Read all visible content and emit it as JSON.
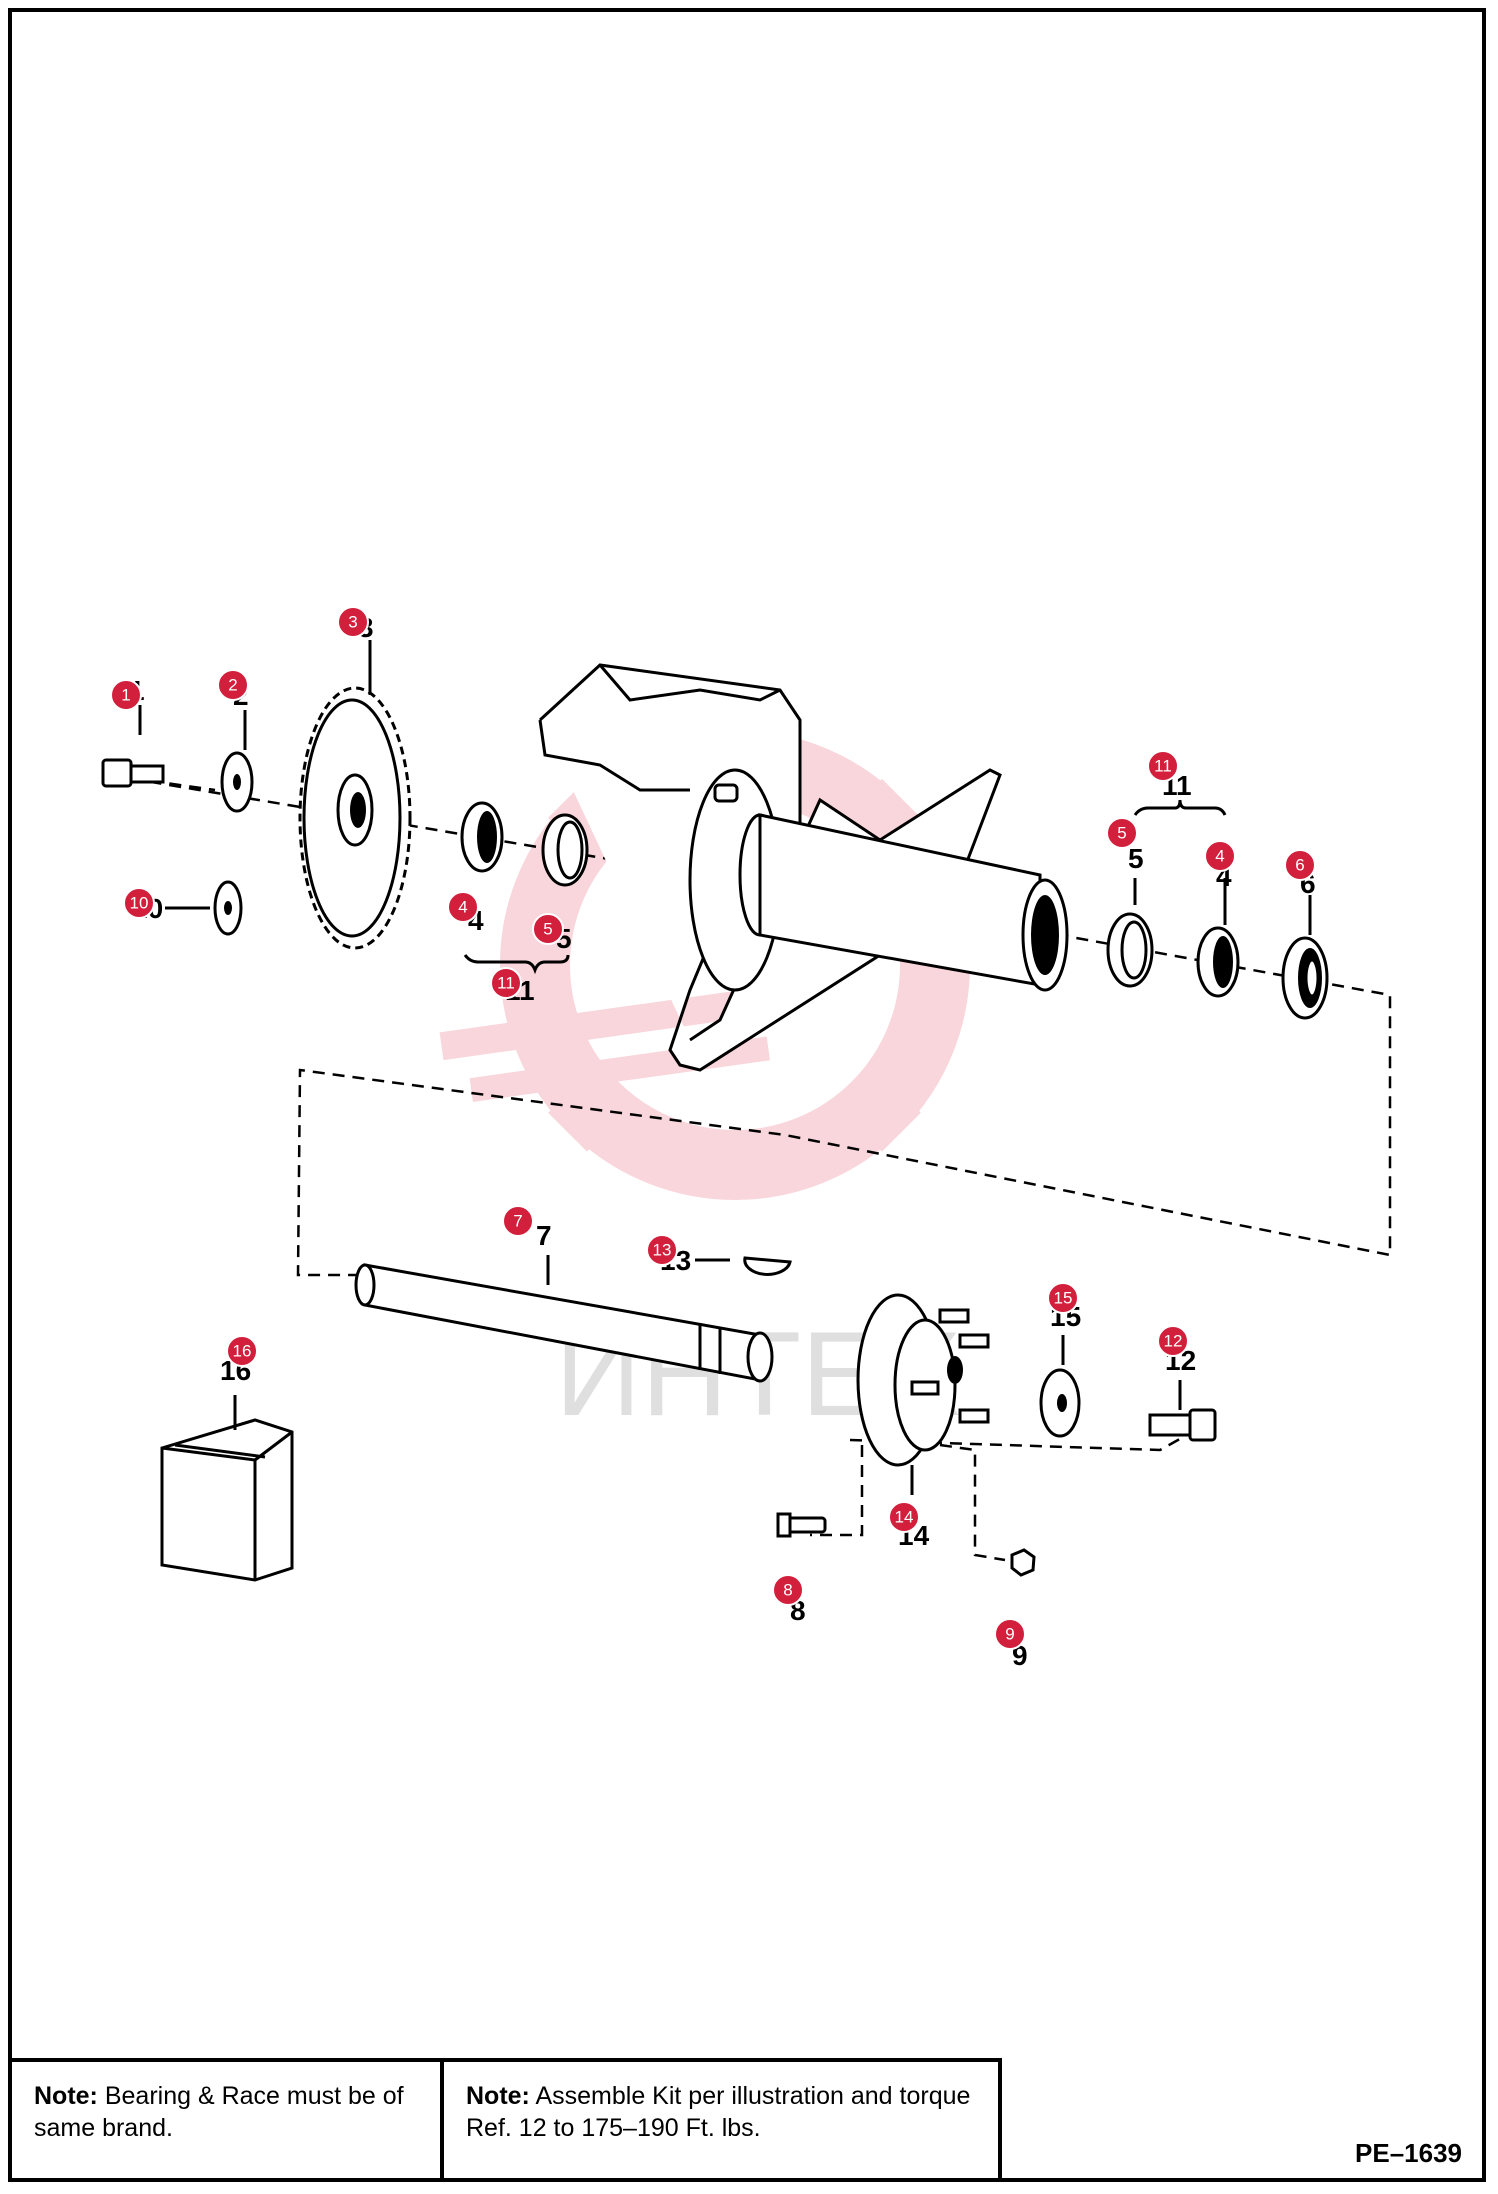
{
  "figure_code": "PE–1639",
  "watermark_text": "ИНТЕХ",
  "notes": [
    {
      "label": "Note:",
      "text": " Bearing & Race must be of same brand."
    },
    {
      "label": "Note:",
      "text": " Assemble Kit per illustration and torque Ref. 12 to 175–190 Ft. lbs."
    }
  ],
  "part_labels": [
    "1",
    "2",
    "3",
    "10",
    "4",
    "5",
    "11",
    "11",
    "5",
    "4",
    "6",
    "7",
    "13",
    "16",
    "15",
    "12",
    "14",
    "8",
    "9"
  ],
  "callouts": [
    "1",
    "2",
    "3",
    "10",
    "4",
    "5",
    "11",
    "11",
    "5",
    "4",
    "6",
    "7",
    "13",
    "16",
    "15",
    "12",
    "14",
    "8",
    "9"
  ],
  "colors": {
    "callout": "#d21f3c",
    "watermark": "#f3b6bf",
    "line": "#000000"
  }
}
